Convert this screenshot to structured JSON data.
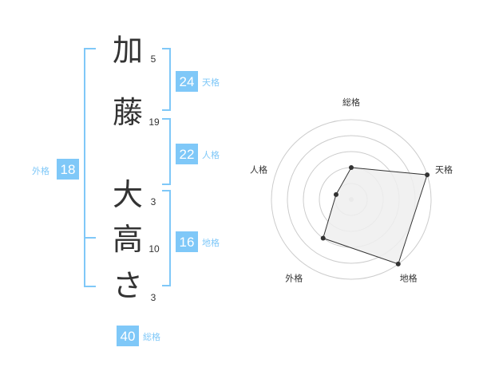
{
  "name_chars": [
    {
      "char": "加",
      "strokes": "5"
    },
    {
      "char": "藤",
      "strokes": "19"
    },
    {
      "char": "大",
      "strokes": "3"
    },
    {
      "char": "高",
      "strokes": "10"
    },
    {
      "char": "さ",
      "strokes": "3"
    }
  ],
  "fortunes": {
    "tenkaku": {
      "value": "24",
      "label": "天格"
    },
    "jinkaku": {
      "value": "22",
      "label": "人格"
    },
    "chikaku": {
      "value": "16",
      "label": "地格"
    },
    "gaikaku": {
      "value": "18",
      "label": "外格"
    },
    "soukaku": {
      "value": "40",
      "label": "総格"
    }
  },
  "colors": {
    "accent": "#7fc8f8",
    "text": "#333333",
    "ring": "#cccccc",
    "poly_fill": "#eeeeee",
    "poly_stroke": "#333333",
    "center_dot": "#cccccc"
  },
  "chart_data": {
    "type": "radar",
    "axes": [
      "総格",
      "天格",
      "地格",
      "外格",
      "人格"
    ],
    "levels": 5,
    "max": 5,
    "values": [
      2,
      5,
      5,
      3,
      1
    ]
  }
}
